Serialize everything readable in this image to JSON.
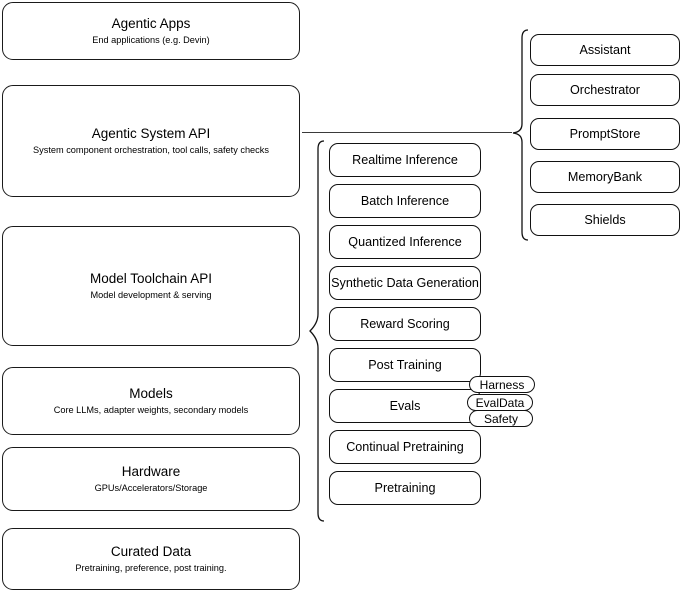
{
  "diagram": {
    "title": "AI stack layers diagram",
    "stroke_color": "#111111",
    "background_color": "#ffffff",
    "layers": [
      {
        "id": "agentic-apps",
        "title": "Agentic Apps",
        "subtitle": "End applications (e.g. Devin)"
      },
      {
        "id": "agentic-system-api",
        "title": "Agentic System API",
        "subtitle": "System component orchestration, tool calls, safety checks"
      },
      {
        "id": "model-toolchain-api",
        "title": "Model Toolchain API",
        "subtitle": "Model development & serving"
      },
      {
        "id": "models",
        "title": "Models",
        "subtitle": "Core LLMs, adapter weights, secondary models"
      },
      {
        "id": "hardware",
        "title": "Hardware",
        "subtitle": "GPUs/Accelerators/Storage"
      },
      {
        "id": "curated-data",
        "title": "Curated Data",
        "subtitle": "Pretraining, preference, post training."
      }
    ],
    "toolchain_components": [
      {
        "id": "realtime-inference",
        "label": "Realtime Inference"
      },
      {
        "id": "batch-inference",
        "label": "Batch Inference"
      },
      {
        "id": "quantized-inference",
        "label": "Quantized Inference"
      },
      {
        "id": "synthetic-data-generation",
        "label": "Synthetic Data Generation"
      },
      {
        "id": "reward-scoring",
        "label": "Reward Scoring"
      },
      {
        "id": "post-training",
        "label": "Post Training"
      },
      {
        "id": "evals",
        "label": "Evals"
      },
      {
        "id": "continual-pretraining",
        "label": "Continual Pretraining"
      },
      {
        "id": "pretraining",
        "label": "Pretraining"
      }
    ],
    "evals_subcomponents": [
      {
        "id": "harness",
        "label": "Harness"
      },
      {
        "id": "evaldata",
        "label": "EvalData"
      },
      {
        "id": "safety",
        "label": "Safety"
      }
    ],
    "system_components": [
      {
        "id": "assistant",
        "label": "Assistant"
      },
      {
        "id": "orchestrator",
        "label": "Orchestrator"
      },
      {
        "id": "promptstore",
        "label": "PromptStore"
      },
      {
        "id": "memorybank",
        "label": "MemoryBank"
      },
      {
        "id": "shields",
        "label": "Shields"
      }
    ]
  }
}
